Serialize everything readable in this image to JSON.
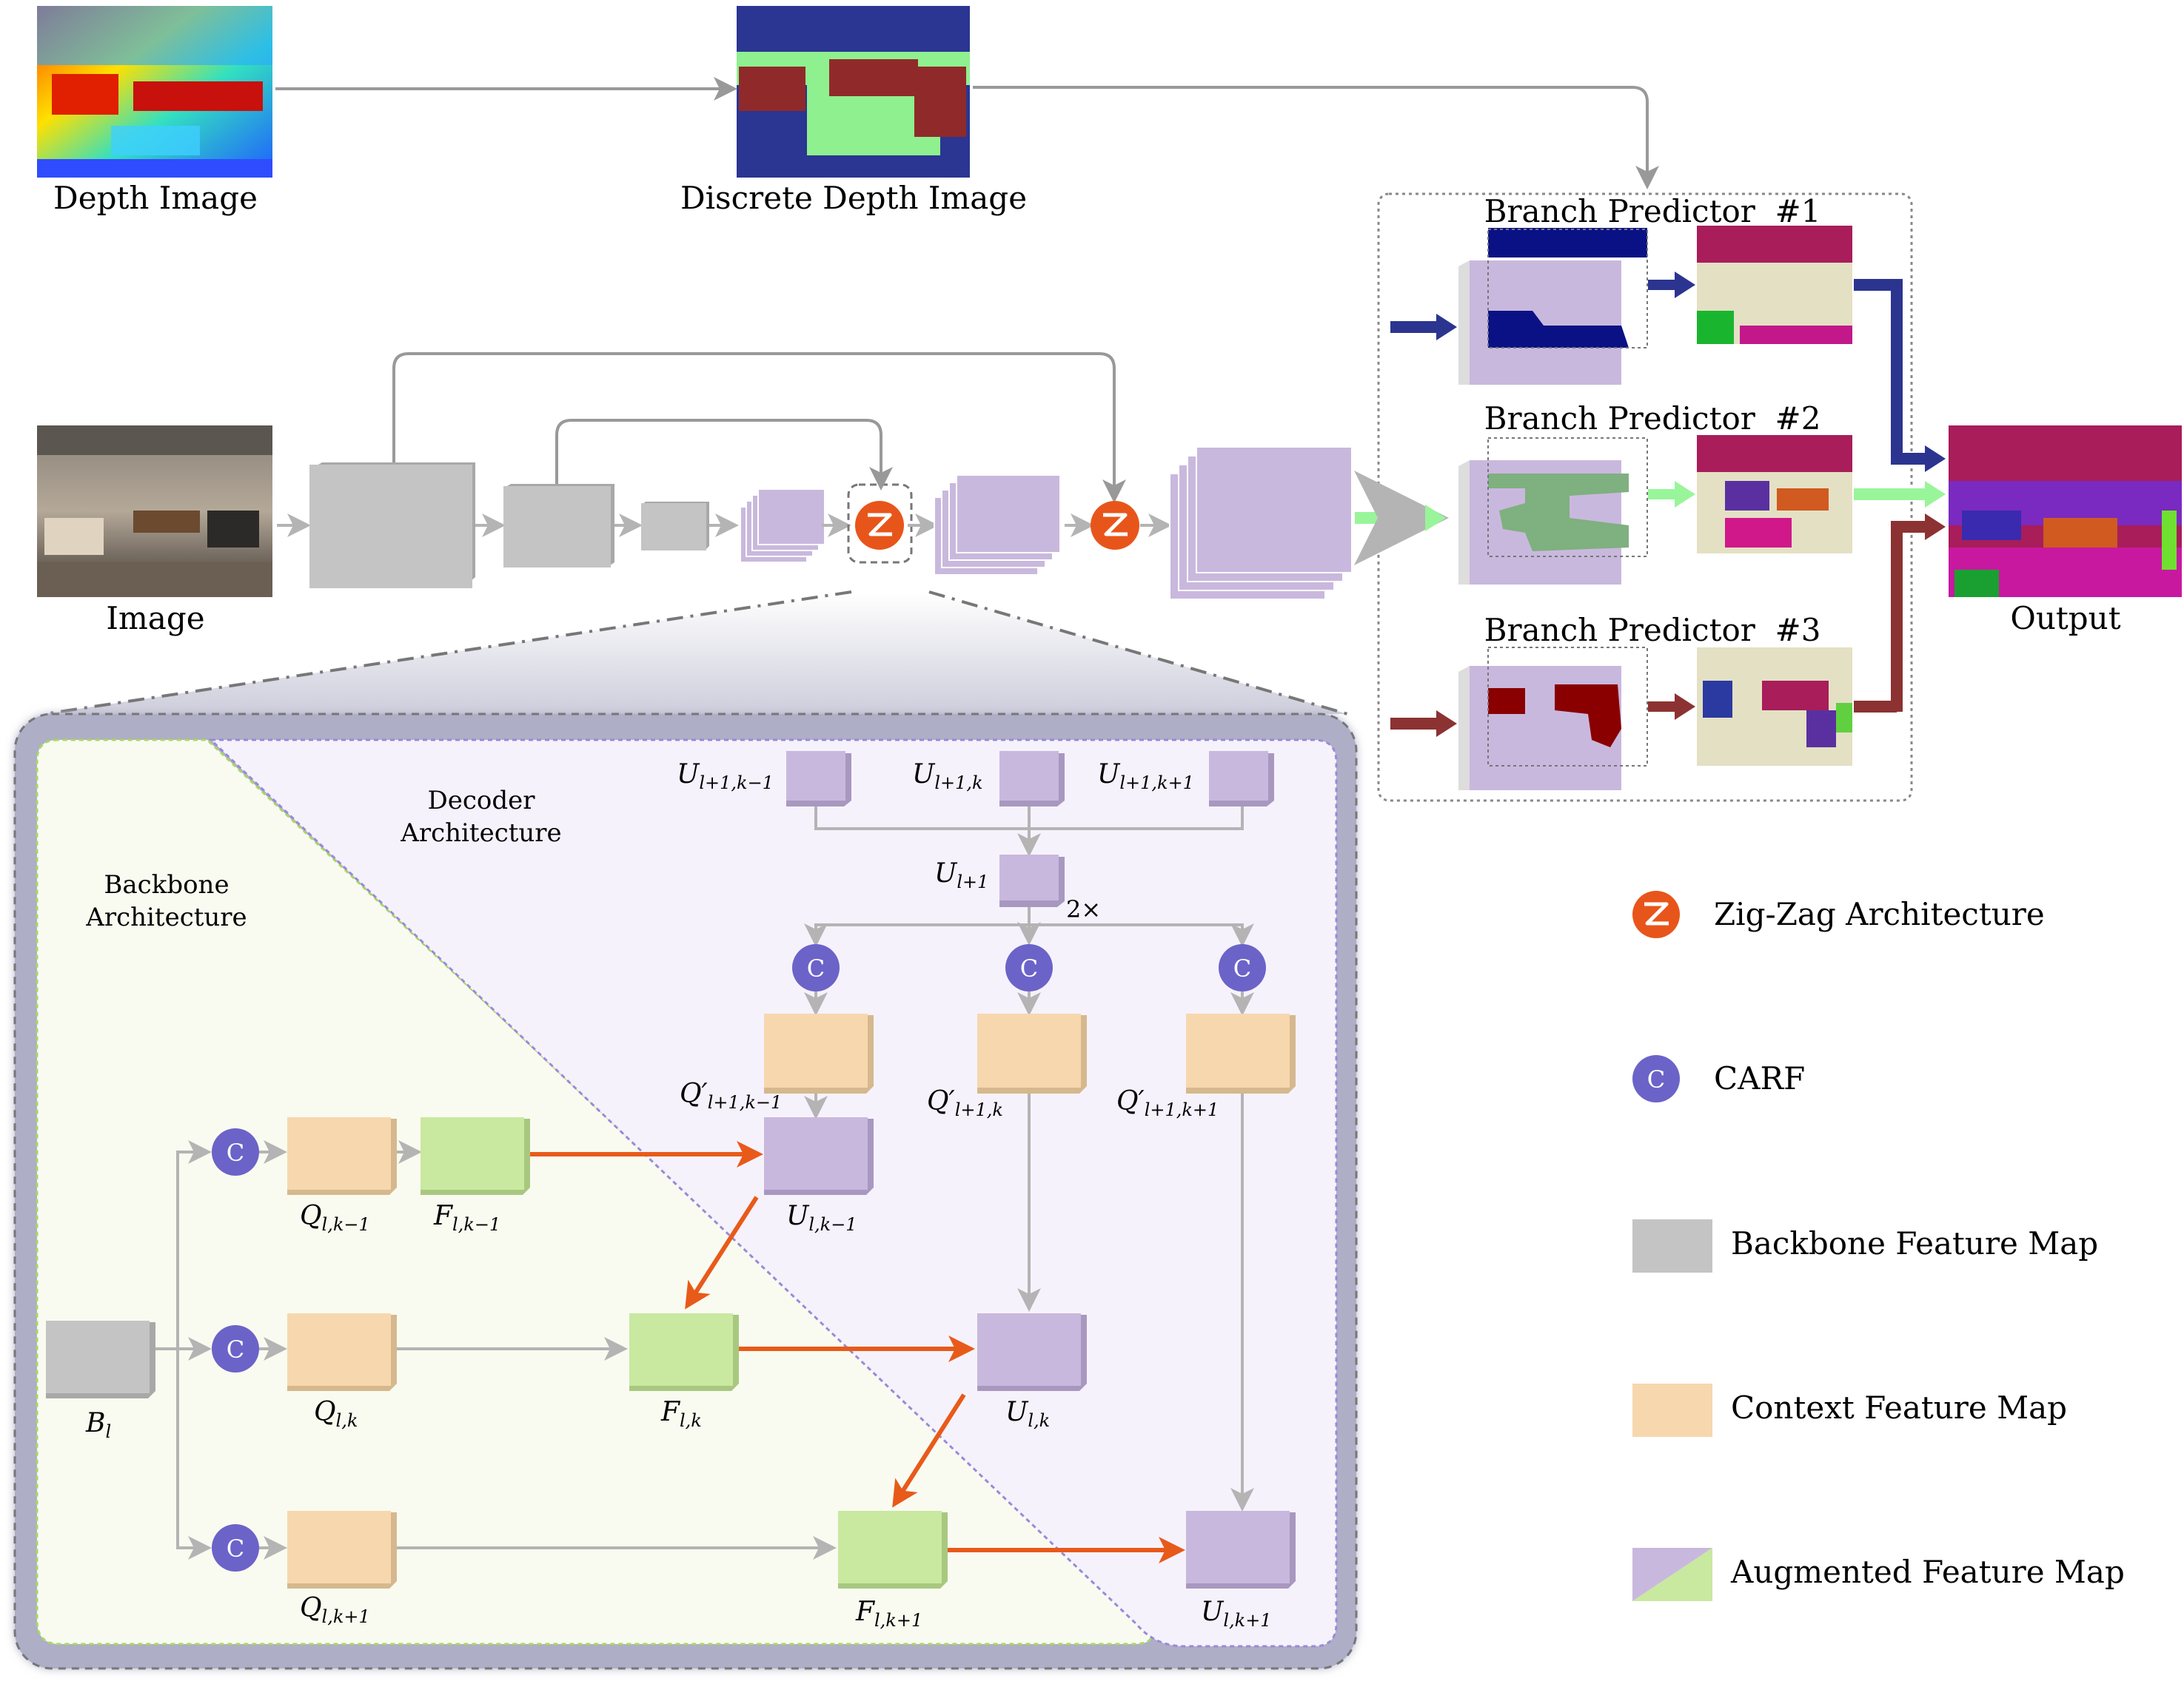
{
  "top_row": {
    "depth_image_label": "Depth Image",
    "discrete_depth_label": "Discrete Depth Image",
    "image_label": "Image",
    "output_label": "Output"
  },
  "branches": [
    {
      "label": "Branch Predictor  #1",
      "arrow_color": "#2b3590"
    },
    {
      "label": "Branch Predictor  #2",
      "arrow_color": "#99f59a"
    },
    {
      "label": "Branch Predictor  #3",
      "arrow_color": "#8c3232"
    }
  ],
  "detail": {
    "decoder_title": [
      "Decoder",
      "Architecture"
    ],
    "backbone_title": [
      "Backbone",
      "Architecture"
    ],
    "carf_glyph": "C",
    "upsample_label": "2×",
    "labels": {
      "u_top_km1": [
        "U",
        "l+1,k−1"
      ],
      "u_top_k": [
        "U",
        "l+1,k"
      ],
      "u_top_kp1": [
        "U",
        "l+1,k+1"
      ],
      "u_lp1": [
        "U",
        "l+1"
      ],
      "qp_km1": [
        "Q′",
        "l+1,k−1"
      ],
      "qp_k": [
        "Q′",
        "l+1,k"
      ],
      "qp_kp1": [
        "Q′",
        "l+1,k+1"
      ],
      "q_km1": [
        "Q",
        "l,k−1"
      ],
      "f_km1": [
        "F",
        "l,k−1"
      ],
      "u_km1": [
        "U",
        "l,k−1"
      ],
      "b_l": [
        "B",
        "l"
      ],
      "q_k": [
        "Q",
        "l,k"
      ],
      "f_k": [
        "F",
        "l,k"
      ],
      "u_k": [
        "U",
        "l,k"
      ],
      "q_kp1": [
        "Q",
        "l,k+1"
      ],
      "f_kp1": [
        "F",
        "l,k+1"
      ],
      "u_kp1": [
        "U",
        "l,k+1"
      ]
    }
  },
  "legend": [
    {
      "icon": "zigzag-icon",
      "label": "Zig-Zag Architecture"
    },
    {
      "icon": "carf-icon",
      "label": "CARF"
    },
    {
      "icon": "gray-swatch",
      "label": "Backbone Feature Map"
    },
    {
      "icon": "peach-swatch",
      "label": "Context Feature Map"
    },
    {
      "icon": "purple-green-swatch",
      "label": "Augmented Feature Map"
    }
  ],
  "colors": {
    "backbone": "#c4c4c4",
    "context": "#f7d7ae",
    "augmented": "#c9b8dd",
    "fused": "#c9e8a0",
    "zigzag": "#e8551a",
    "carf": "#6b63c8",
    "arrow_orange": "#e85a1a",
    "arrow_gray": "#b4b4b4"
  }
}
